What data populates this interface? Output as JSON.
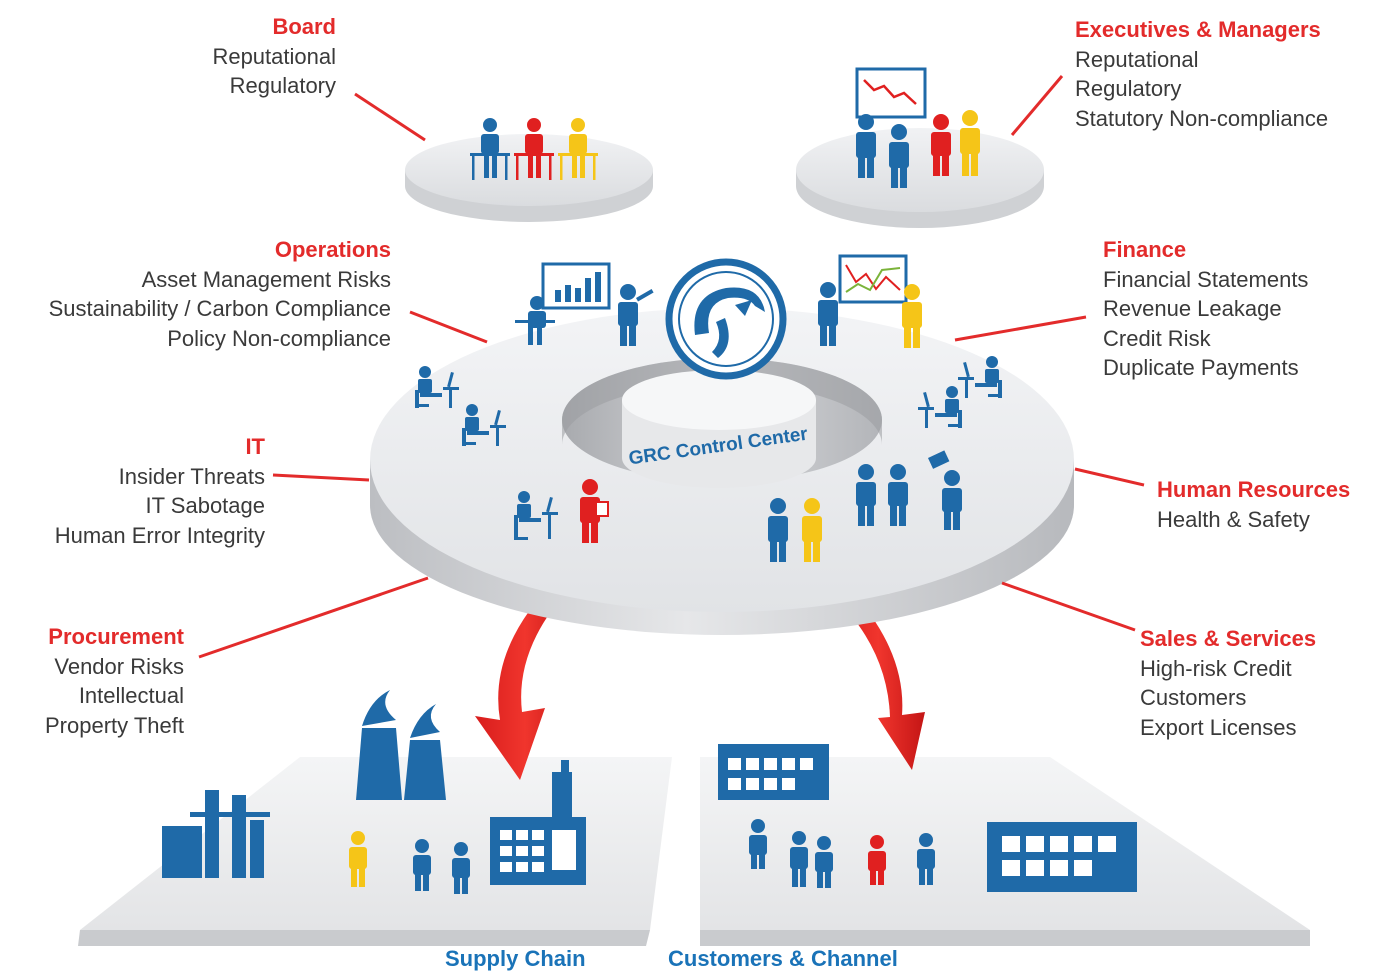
{
  "hub": {
    "label": "GRC Control Center"
  },
  "groups": {
    "board": {
      "title": "Board",
      "items": [
        "Reputational",
        "Regulatory"
      ]
    },
    "executives": {
      "title": "Executives & Managers",
      "items": [
        "Reputational",
        "Regulatory",
        "Statutory Non-compliance"
      ]
    },
    "operations": {
      "title": "Operations",
      "items": [
        "Asset Management Risks",
        "Sustainability / Carbon Compliance",
        "Policy Non-compliance"
      ]
    },
    "finance": {
      "title": "Finance",
      "items": [
        "Financial Statements",
        "Revenue Leakage",
        "Credit Risk",
        "Duplicate Payments"
      ]
    },
    "it": {
      "title": "IT",
      "items": [
        "Insider Threats",
        "IT Sabotage",
        "Human Error Integrity"
      ]
    },
    "hr": {
      "title": "Human Resources",
      "items": [
        "Health & Safety"
      ]
    },
    "procurement": {
      "title": "Procurement",
      "items": [
        "Vendor Risks",
        "Intellectual",
        "Property Theft"
      ]
    },
    "sales": {
      "title": "Sales & Services",
      "items": [
        "High-risk Credit",
        "Customers",
        "Export Licenses"
      ]
    }
  },
  "footer": {
    "supply_chain": "Supply Chain",
    "customers": "Customers & Channel"
  },
  "colors": {
    "accent": "#e32b2b",
    "blue": "#1f6aa8",
    "yellow": "#f5c518",
    "red": "#e02020",
    "text": "#3a3a3a"
  },
  "icons": [
    "people-icon",
    "presentation-board-icon",
    "desk-worker-icon",
    "factory-icon",
    "power-plant-icon",
    "office-building-icon",
    "arrow-icon",
    "grc-logo-icon"
  ]
}
